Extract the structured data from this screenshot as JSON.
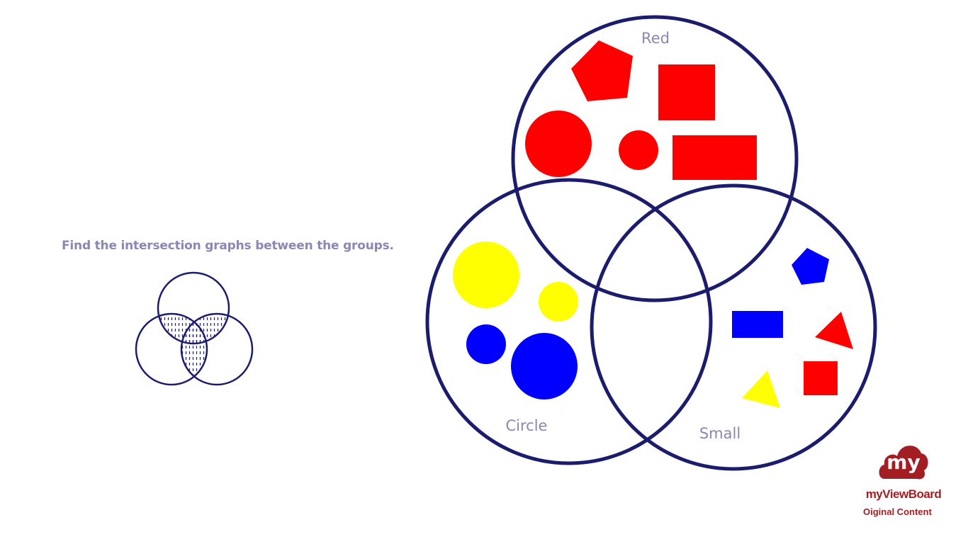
{
  "instruction": "Find the intersection graphs between the groups.",
  "venn": {
    "sets": [
      {
        "label": "Red"
      },
      {
        "label": "Circle"
      },
      {
        "label": "Small"
      }
    ],
    "outline_color": "#1c1c6e",
    "label_color": "#8a87b5",
    "shape_colors": {
      "red": "#ff0000",
      "yellow": "#ffff00",
      "blue": "#0000ff"
    },
    "shapes": {
      "red_only": [
        "red pentagon",
        "red square",
        "red large circle",
        "red small circle",
        "red rectangle"
      ],
      "circle_only": [
        "yellow large circle",
        "yellow small circle",
        "blue small circle",
        "blue large circle"
      ],
      "small_only": [
        "blue pentagon",
        "blue rectangle",
        "red triangle",
        "red square",
        "yellow triangle"
      ]
    }
  },
  "brand": {
    "logo_text": "my",
    "name": "myViewBoard",
    "sub_prefix": "O",
    "sub": "iginal Content"
  }
}
